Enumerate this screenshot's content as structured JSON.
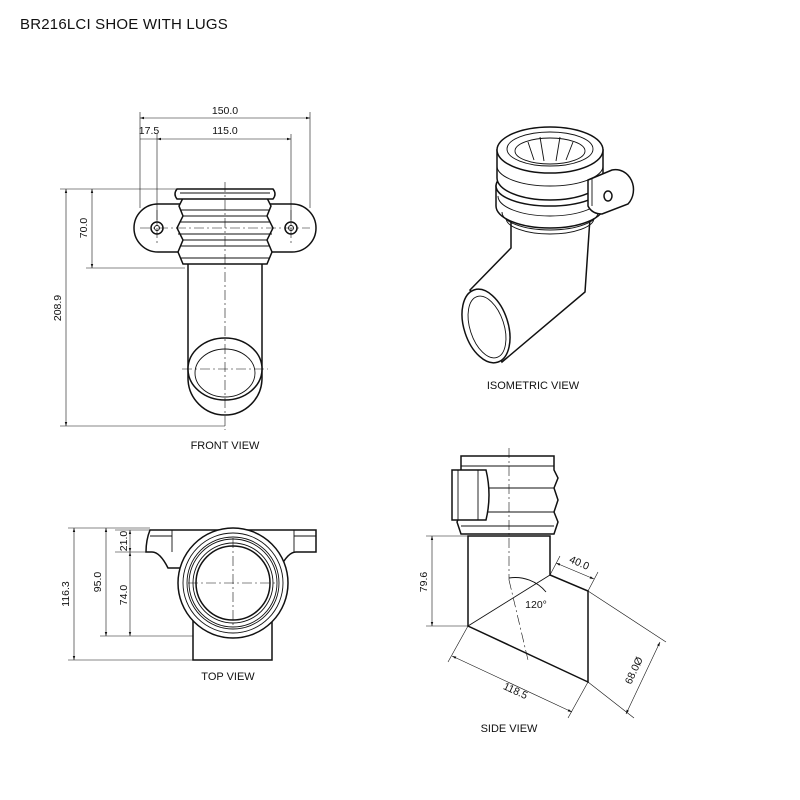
{
  "title": "BR216LCI SHOE WITH LUGS",
  "views": {
    "front": {
      "caption": "FRONT VIEW",
      "dims": {
        "overall_width": "150.0",
        "lug_offset": "17.5",
        "lug_centres": "115.0",
        "socket_height": "70.0",
        "overall_height": "208.9"
      }
    },
    "isometric": {
      "caption": "ISOMETRIC VIEW"
    },
    "top": {
      "caption": "TOP VIEW",
      "dims": {
        "lug_depth": "21.0",
        "front_depth": "95.0",
        "centre_depth": "74.0",
        "overall_depth": "116.3"
      }
    },
    "side": {
      "caption": "SIDE VIEW",
      "dims": {
        "spigot_length": "79.6",
        "toe_width": "40.0",
        "angle": "120°",
        "outlet_length": "118.5",
        "outlet_diameter": "68.0Ø"
      }
    }
  }
}
